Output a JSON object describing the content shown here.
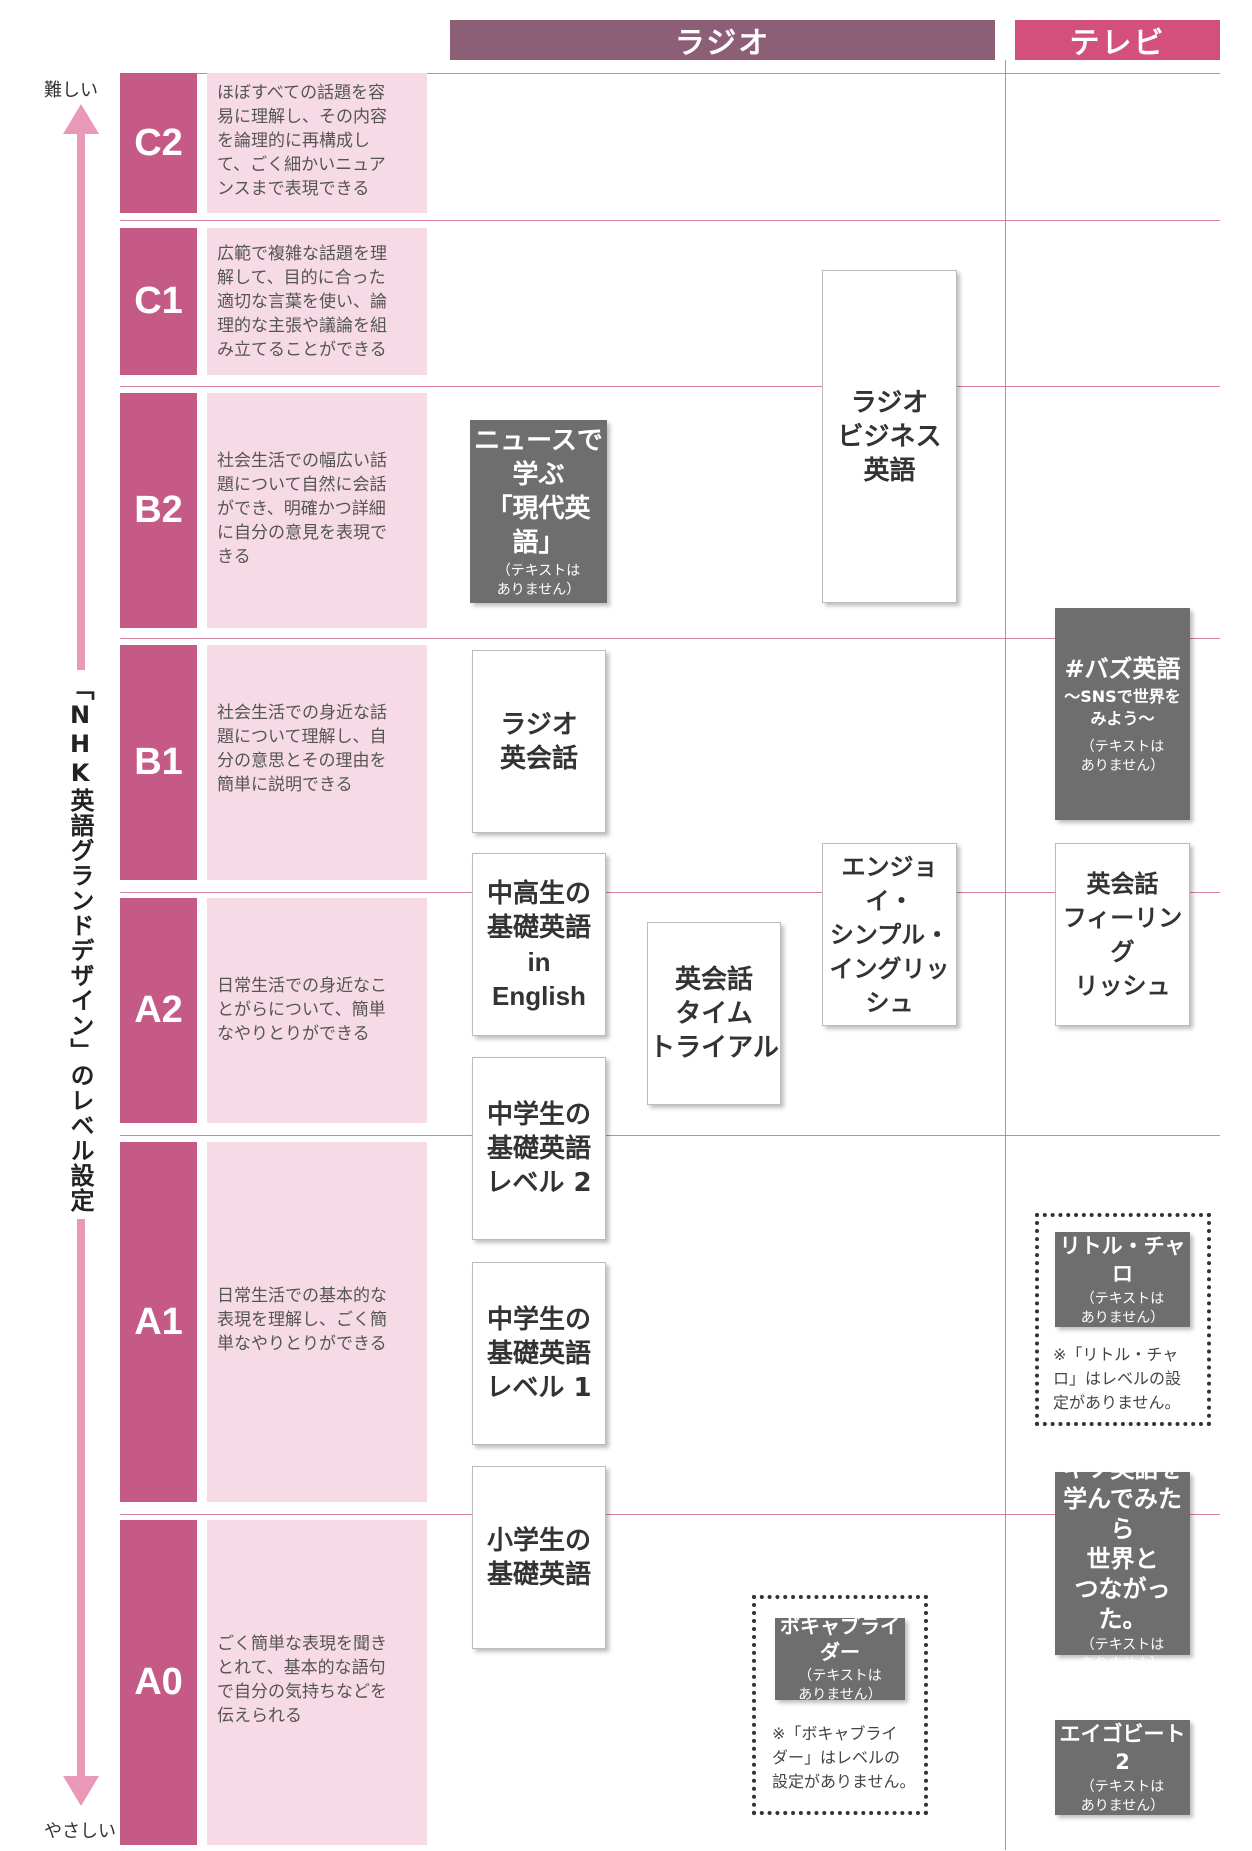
{
  "headers": {
    "radio": "ラジオ",
    "tv": "テレビ"
  },
  "axis": {
    "title": "「NHK英語グランドデザイン」のレベル設定",
    "top_label": "難しい",
    "bottom_label": "やさしい",
    "color": "#e998b8"
  },
  "levels": [
    {
      "code": "C2",
      "desc": [
        "ほぼすべての話題を容",
        "易に理解し、その内容",
        "を論理的に再構成し",
        "て、ごく細かいニュア",
        "ンスまで表現できる"
      ]
    },
    {
      "code": "C1",
      "desc": [
        "広範で複雑な話題を理",
        "解して、目的に合った",
        "適切な言葉を使い、論",
        "理的な主張や議論を組",
        "み立てることができる"
      ]
    },
    {
      "code": "B2",
      "desc": [
        "社会生活での幅広い話",
        "題について自然に会話",
        "ができ、明確かつ詳細",
        "に自分の意見を表現で",
        "きる"
      ]
    },
    {
      "code": "B1",
      "desc": [
        "社会生活での身近な話",
        "題について理解し、自",
        "分の意思とその理由を",
        "簡単に説明できる"
      ]
    },
    {
      "code": "A2",
      "desc": [
        "日常生活での身近なこ",
        "とがらについて、簡単",
        "なやりとりができる"
      ]
    },
    {
      "code": "A1",
      "desc": [
        "日常生活での基本的な",
        "表現を理解し、ごく簡",
        "単なやりとりができる"
      ]
    },
    {
      "code": "A0",
      "desc": [
        "ごく簡単な表現を聞き",
        "とれて、基本的な語句",
        "で自分の気持ちなどを",
        "伝えられる"
      ]
    }
  ],
  "programs": {
    "news": {
      "lines": [
        "ニュースで",
        "学ぶ",
        "「現代英語」"
      ],
      "note": [
        "（テキストは",
        "ありません）"
      ]
    },
    "business": {
      "lines": [
        "ラジオ",
        "ビジネス",
        "英語"
      ]
    },
    "radio_eikaiwa": {
      "lines": [
        "ラジオ",
        "英会話"
      ]
    },
    "chukousei": {
      "lines": [
        "中高生の",
        "基礎英語",
        "in",
        "English"
      ]
    },
    "chugakusei2": {
      "lines": [
        "中学生の",
        "基礎英語",
        "レベル 2"
      ]
    },
    "chugakusei1": {
      "lines": [
        "中学生の",
        "基礎英語",
        "レベル 1"
      ]
    },
    "shougakusei": {
      "lines": [
        "小学生の",
        "基礎英語"
      ]
    },
    "time_trial": {
      "lines": [
        "英会話",
        "タイム",
        "トライアル"
      ]
    },
    "enjoy": {
      "lines": [
        "エンジョイ・",
        "シンプル・",
        "イングリッシュ"
      ]
    },
    "vocab": {
      "title": "ボキャブライダー",
      "note": [
        "（テキストは",
        "ありません）"
      ],
      "caution": [
        "※「ボキャブライ",
        "ダー」はレベルの",
        "設定がありません。"
      ]
    },
    "buzz": {
      "title": "#バズ英語",
      "sub": [
        "～SNSで世界を",
        "みよう～"
      ],
      "note": [
        "（テキストは",
        "ありません）"
      ]
    },
    "feeling": {
      "lines": [
        "英会話",
        "フィーリング",
        "リッシュ"
      ]
    },
    "little": {
      "title": "リトル・チャロ",
      "note": [
        "（テキストは",
        "ありません）"
      ],
      "caution": [
        "※「リトル・チャ",
        "ロ」はレベルの設",
        "定がありません。"
      ]
    },
    "kiso": {
      "lines": [
        "キソ英語を",
        "学んでみたら",
        "世界と",
        "つながった。"
      ],
      "note": [
        "（テキストは",
        "ありません）"
      ]
    },
    "eigo_beat": {
      "title": "エイゴビート2",
      "note": [
        "（テキストは",
        "ありません）"
      ]
    }
  },
  "colors": {
    "level_box": "#c65a86",
    "desc_box": "#f6dae5",
    "radio_header": "#8d5f77",
    "tv_header": "#d4507c",
    "dark_box": "#6e6e6e"
  }
}
